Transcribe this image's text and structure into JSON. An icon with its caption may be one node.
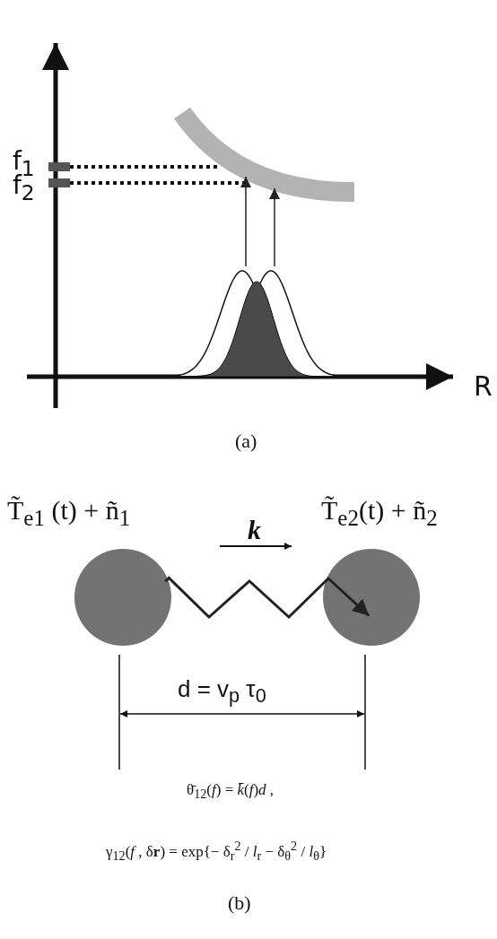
{
  "diagram": {
    "nodes": [
      {
        "text": [
          "T̃$_{e1}$ (t) + ñ$_{1}$"
        ]
      },
      {
        "text": [
          "T̃$_{e2}$(t) + ñ$_{2}$"
        ]
      }
    ],
    "edges": [
      {
        "from": 0,
        "to": 1,
        "arrow": "to"
      }
    ],
    "labels": [
      "f$_{1}$",
      "f$_{2}$",
      "R",
      "(a)",
      "k",
      "d = v$_{p}$ τ$_{0}$",
      "θ̄$_{12}$(*f*) = *k̄*(*f*)*d* ,",
      "γ$_{12}$(*f* , δ**r**) = exp{− δ$_{r}$$^{2}$ / *l*$_{r}$ − δ$_{θ}$$^{2}$ / *l*$_{θ}$}",
      "(b)"
    ]
  }
}
